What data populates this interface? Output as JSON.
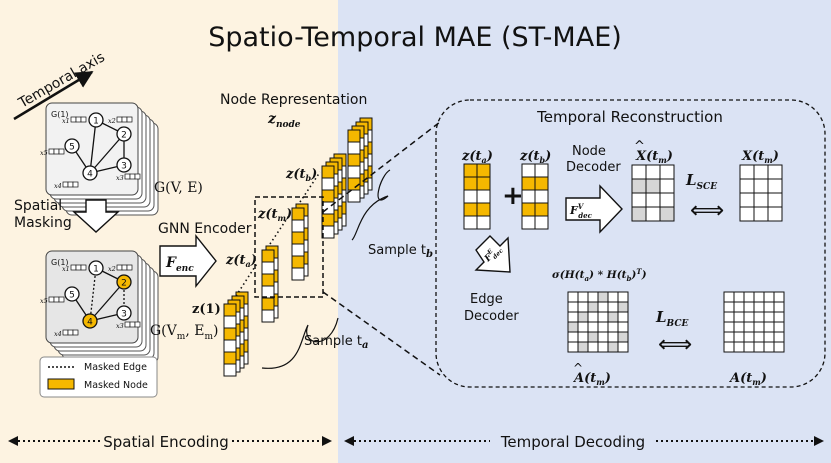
{
  "title": "Spatio-Temporal MAE (ST-MAE)",
  "temporal_axis": "Temporal axis",
  "spatial_masking": [
    "Spatial",
    "Masking"
  ],
  "node_representation": "Node Representation",
  "z_node": "z",
  "z_node_sub": "node",
  "gnn_encoder": "GNN Encoder",
  "f_enc": "F",
  "f_enc_sub": "enc",
  "graph_top": {
    "g1": "G(1)",
    "full": "G(V, E)"
  },
  "graph_bottom": {
    "g1": "G(1)",
    "full": "G(V",
    "full_sub": "m",
    "full_mid": ", E",
    "full_end": ")"
  },
  "node_labels": [
    "1",
    "2",
    "3",
    "4",
    "5"
  ],
  "feature_labels": [
    "x",
    "x",
    "x",
    "x",
    "x"
  ],
  "legend": {
    "masked_edge": "Masked Edge",
    "masked_node": "Masked Node"
  },
  "z_labels": {
    "z1": "z(1)",
    "zta": "z(t",
    "ztb": "z(t",
    "ztm": "z(t"
  },
  "sample_ta": "Sample t",
  "sample_tb": "Sample t",
  "temporal_reconstruction": "Temporal Reconstruction",
  "recon": {
    "zta": "z(t",
    "ztb": "z(t",
    "plus": "+",
    "node_decoder": [
      "Node",
      "Decoder"
    ],
    "x_hat": "X(t",
    "x": "X(t",
    "l_sce": "L",
    "l_sce_sub": "SCE",
    "edge_decoder": [
      "Edge",
      "Decoder"
    ],
    "sigma_expr": "σ(H(t",
    "a_hat": "A(t",
    "a": "A(t",
    "l_bce": "L",
    "l_bce_sub": "BCE",
    "equiv": "⟺"
  },
  "bottom": {
    "left": "Spatial Encoding",
    "right": "Temporal Decoding"
  },
  "colors": {
    "left_bg": "#fdf3e1",
    "right_bg": "#dbe3f4",
    "mask_node": "#f5b800",
    "cell_empty": "#ffffff",
    "cell_gray": "#d6d6d6"
  }
}
